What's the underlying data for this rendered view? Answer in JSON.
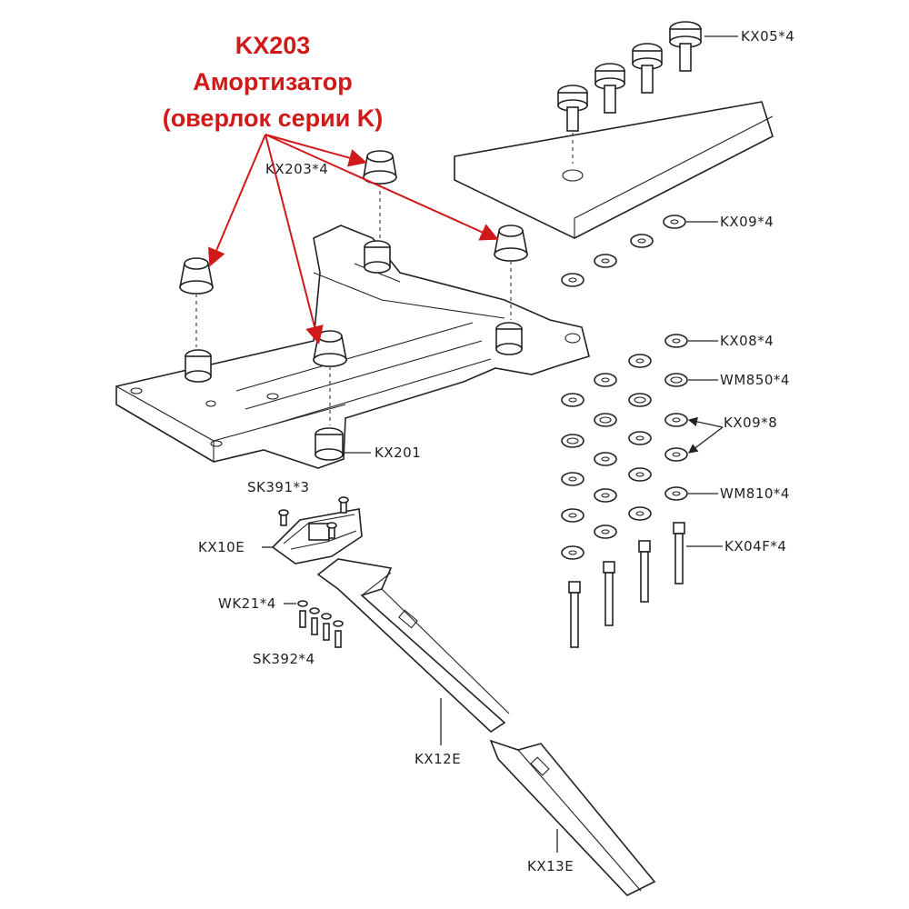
{
  "annotation": {
    "line1": "KX203",
    "line2": "Амортизатор",
    "line3": "(оверлок серии K)",
    "color": "#d01a1a"
  },
  "labels": {
    "kx05": "KX05*4",
    "kx203": "KX203*4",
    "kx09a": "KX09*4",
    "kx08": "KX08*4",
    "wm850": "WM850*4",
    "kx09b": "KX09*8",
    "wm810": "WM810*4",
    "kx04f": "KX04F*4",
    "kx201": "KX201",
    "sk391": "SK391*3",
    "kx10e": "KX10E",
    "wk21": "WK21*4",
    "sk392": "SK392*4",
    "kx12e": "KX12E",
    "kx13e": "KX13E"
  }
}
